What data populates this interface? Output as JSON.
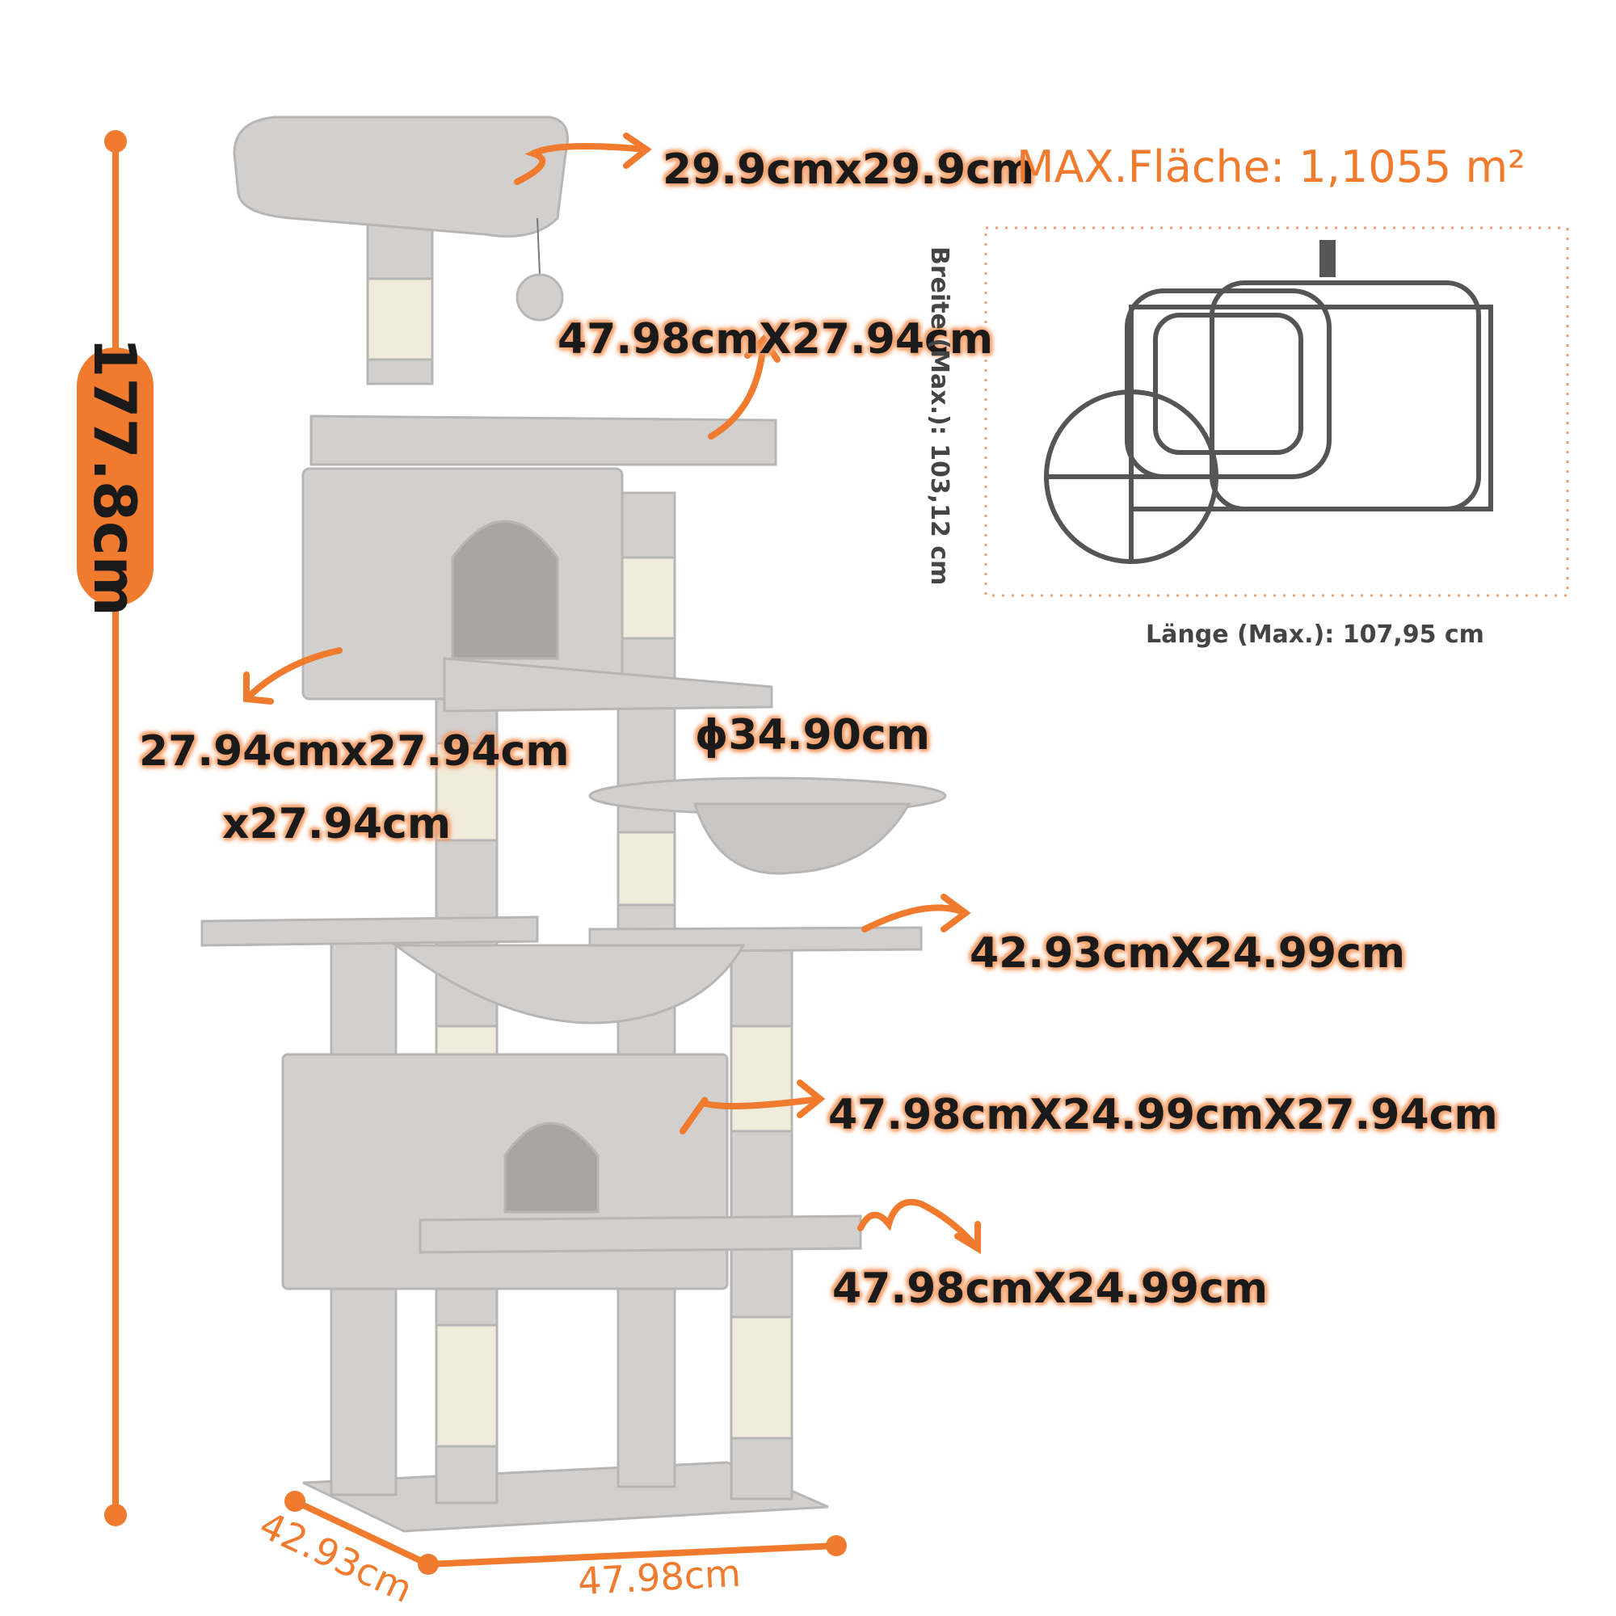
{
  "height_label": "177.8cm",
  "top_perch_label": "29.9cmx29.9cm",
  "upper_condo_top_label": "47.98cmX27.94cm",
  "upper_condo_label_line1": "27.94cmx27.94cm",
  "upper_condo_label_line2": "x27.94cm",
  "basket_label": "ϕ34.90cm",
  "platform_label": "42.93cmX24.99cm",
  "lower_condo_label": "47.98cmX24.99cmX27.94cm",
  "lower_platform_label": "47.98cmX24.99cm",
  "base_depth_label": "42.93cm",
  "base_width_label": "47.98cm",
  "max_area_label": "MAX.Fläche: 1,1055 m²",
  "footprint_width_label": "Breite (Max.): 103,12 cm",
  "footprint_length_label": "Länge (Max.): 107,95 cm",
  "colors": {
    "accent": "#f07b2f",
    "plush": "#d2d0cf",
    "sisal": "#f1ebdc",
    "outline": "#555555"
  }
}
